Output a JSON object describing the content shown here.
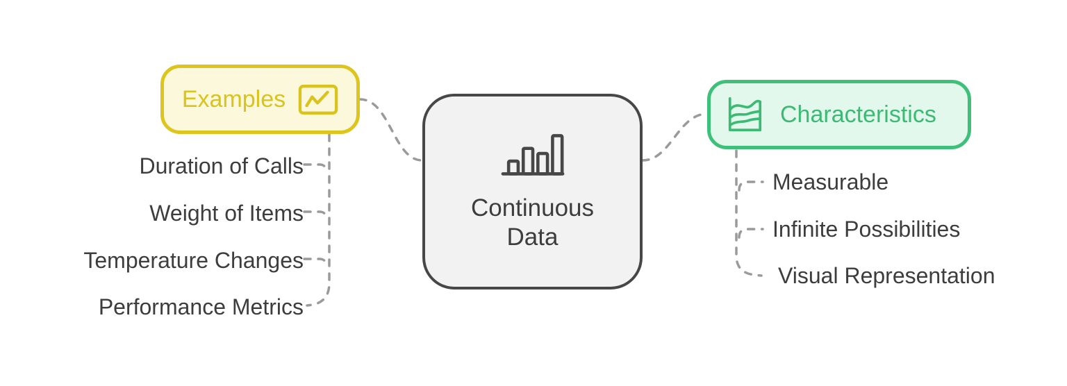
{
  "diagram": {
    "center_node": {
      "label": "Continuous\nData",
      "icon": "bar-chart-icon"
    },
    "examples_node": {
      "label": "Examples",
      "icon": "trend-line-chart-icon"
    },
    "characteristics_node": {
      "label": "Characteristics",
      "icon": "area-chart-icon"
    },
    "examples_items": [
      "Duration of Calls",
      "Weight of Items",
      "Temperature Changes",
      "Performance Metrics"
    ],
    "characteristics_items": [
      "Measurable",
      "Infinite Possibilities",
      "Visual Representation"
    ]
  },
  "colors": {
    "examples_accent": "#ddc51e",
    "examples_fill": "#fcf8dc",
    "characteristics_accent": "#3ec07a",
    "characteristics_fill": "#e3f8ec",
    "center_border": "#474747",
    "center_fill": "#f2f2f2",
    "text_dark": "#3d3d3d",
    "connector_gray": "#9a9a9a",
    "background": "#ffffff"
  }
}
